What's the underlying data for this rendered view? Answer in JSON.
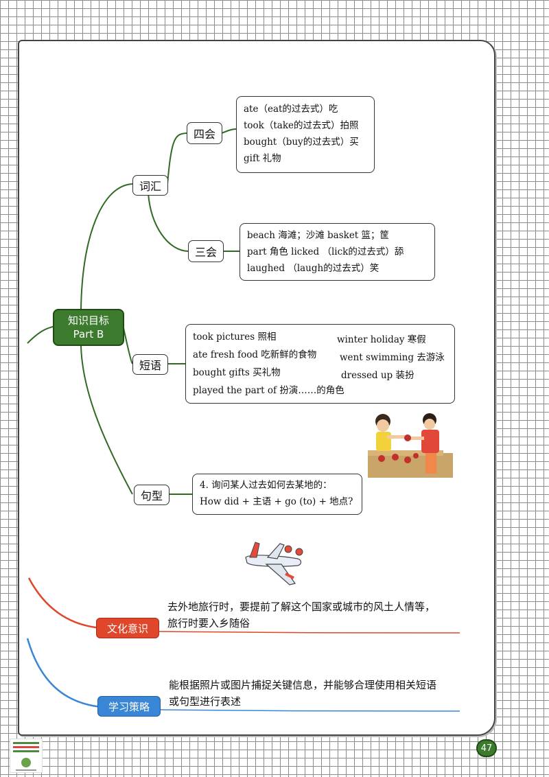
{
  "colors": {
    "root_green": "#3c7a2e",
    "branch_green": "#2f6a22",
    "culture_red": "#e0462a",
    "strategy_blue": "#3a86d6"
  },
  "root": {
    "line1": "知识目标",
    "line2": "Part B"
  },
  "branches": {
    "vocabulary": {
      "label": "词汇",
      "four_skills": {
        "label": "四会",
        "lines": [
          "ate（eat的过去式）吃",
          "took（take的过去式）拍照",
          "bought（buy的过去式）买",
          "gift 礼物"
        ]
      },
      "three_skills": {
        "label": "三会",
        "lines": [
          "beach 海滩；沙滩  basket 篮；筐",
          "part 角色   licked （lick的过去式）舔",
          "laughed （laugh的过去式）笑"
        ]
      }
    },
    "phrases": {
      "label": "短语",
      "left": [
        "took pictures 照相",
        "ate fresh food 吃新鲜的食物",
        "bought gifts 买礼物",
        "played the part of 扮演……的角色"
      ],
      "right": [
        "winter holiday 寒假",
        "went swimming 去游泳",
        "dressed up 装扮"
      ]
    },
    "sentences": {
      "label": "句型",
      "lines": [
        "4. 询问某人过去如何去某地的：",
        "How did + 主语 + go (to) + 地点?"
      ]
    }
  },
  "culture": {
    "label": "文化意识",
    "lines": [
      "去外地旅行时，要提前了解这个国家或城市的风土人情等，",
      "旅行时要入乡随俗"
    ]
  },
  "strategy": {
    "label": "学习策略",
    "lines": [
      "能根据照片或图片捕捉关键信息，并能够合理使用相关短语",
      "或句型进行表述"
    ]
  },
  "page_number": "47",
  "illustrations": [
    "kids-gift-shop-illustration",
    "airplane-illustration"
  ]
}
